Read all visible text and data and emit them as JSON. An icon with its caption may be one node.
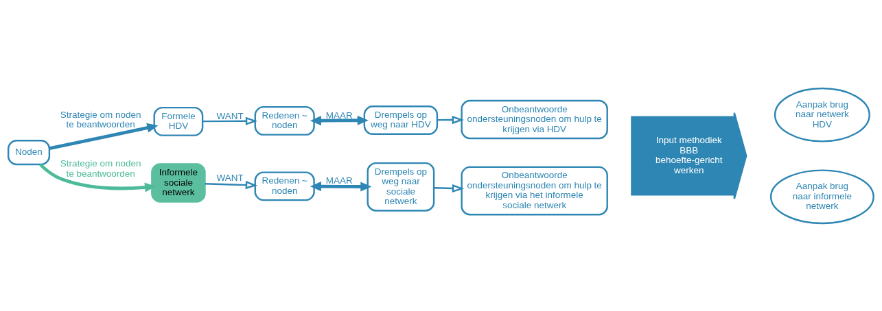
{
  "diagram": {
    "nodes": [
      {
        "text": [
          "Noden"
        ]
      },
      {
        "text": [
          "Formele HDV"
        ]
      },
      {
        "text": [
          "Redenen ~ noden"
        ]
      },
      {
        "text": [
          "Drempels op weg naar HDV"
        ]
      },
      {
        "text": [
          "Onbeantwoorde ondersteuningsnoden om hulp te krijgen via HDV"
        ]
      },
      {
        "text": [
          "Informele sociale netwerk"
        ]
      },
      {
        "text": [
          "Redenen ~ noden"
        ]
      },
      {
        "text": [
          "Drempels op weg naar sociale netwerk"
        ]
      },
      {
        "text": [
          "Onbeantwoorde ondersteuningsnoden om hulp te krijgen via het informele sociale netwerk"
        ]
      },
      {
        "text": [
          "Input methodiek BBB behoefte-gericht werken"
        ]
      },
      {
        "text": [
          "Aanpak brug naar netwerk HDV"
        ]
      },
      {
        "text": [
          "Aanpak brug naar informele netwerk"
        ]
      }
    ],
    "edges": [
      {
        "from": 0,
        "to": 1,
        "arrow": "to",
        "label": "Strategie om noden te beantwoorden",
        "style": "thick"
      },
      {
        "from": 1,
        "to": 2,
        "arrow": "to",
        "label": "WANT"
      },
      {
        "from": 2,
        "to": 3,
        "arrow": "both",
        "label": "MAAR",
        "style": "thick"
      },
      {
        "from": 3,
        "to": 4,
        "arrow": "to"
      },
      {
        "from": 0,
        "to": 5,
        "arrow": "to",
        "label": "Strategie om noden te beantwoorden",
        "style": "thick",
        "color": "#4dbb9a"
      },
      {
        "from": 5,
        "to": 6,
        "arrow": "to",
        "label": "WANT"
      },
      {
        "from": 6,
        "to": 7,
        "arrow": "both",
        "label": "MAAR",
        "style": "thick"
      },
      {
        "from": 7,
        "to": 8,
        "arrow": "to"
      }
    ]
  }
}
